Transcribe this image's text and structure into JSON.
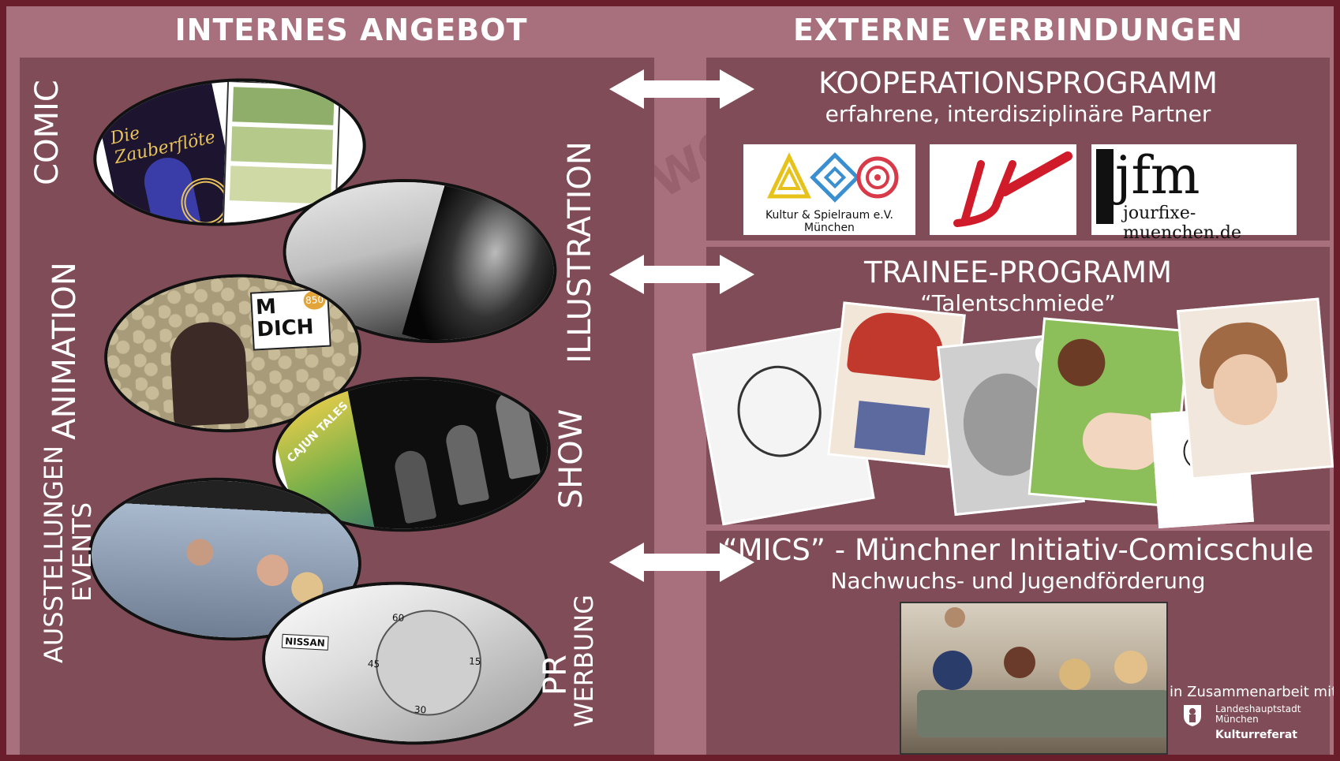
{
  "left": {
    "header": "INTERNES ANGEBOT"
  },
  "right": {
    "header": "EXTERNE VERBINDUNGEN"
  },
  "categories": {
    "comic": "COMIC",
    "illustration": "ILLUSTRATION",
    "animation": "ANIMATION",
    "show": "SHOW",
    "ausstellungen": "AUSSTELLUNGEN",
    "events": "EVENTS",
    "pr": "PR",
    "werbung": "WERBUNG"
  },
  "thumb_text": {
    "zauberfloete": "Die Zauberflöte",
    "mdich": "M DICH",
    "mdich_badge": "850",
    "cajun": "CAJUN TALES",
    "nissan": "NISSAN",
    "n15": "15",
    "n45": "45",
    "n30": "30",
    "n60": "60",
    "ni": "NI"
  },
  "kooperation": {
    "title": "KOOPERATIONSPROGRAMM",
    "subtitle": "erfahrene, interdisziplinäre Partner",
    "logos": {
      "kultur": "Kultur & Spielraum e.V. München",
      "jfm_letters": "jfm",
      "jfm_url": "jourfixe-muenchen.de"
    }
  },
  "trainee": {
    "title": "TRAINEE-PROGRAMM",
    "subtitle": "“Talentschmiede”"
  },
  "mics": {
    "title": "“MICS” - Münchner Initiativ-Comicschule",
    "subtitle": "Nachwuchs- und Jugendförderung"
  },
  "footer": {
    "in_zusammenarbeit": "in Zusammenarbeit mit",
    "lhm_line1": "Landeshauptstadt",
    "lhm_line2": "München",
    "kulturreferat": "Kulturreferat"
  },
  "colors": {
    "background": "#a86f7c",
    "panel": "#7f4c58",
    "border": "#6a1e2c"
  }
}
